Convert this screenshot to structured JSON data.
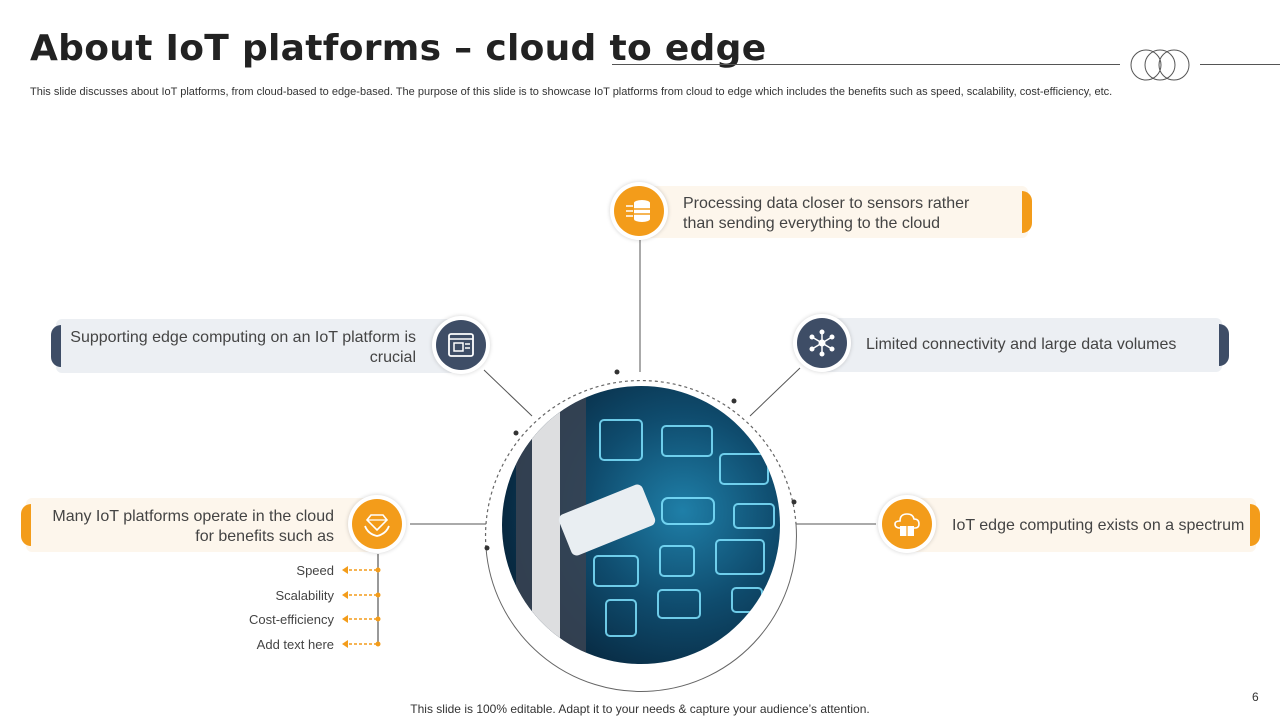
{
  "header": {
    "title": "About IoT platforms – cloud to edge",
    "subtitle": "This slide discusses about IoT platforms, from cloud-based to edge-based. The purpose of this slide is to showcase IoT platforms from cloud to edge which includes the benefits such as speed, scalability, cost-efficiency, etc."
  },
  "items": {
    "top": "Processing data closer to sensors rather than sending everything to the cloud",
    "left": "Supporting edge computing on an IoT platform is crucial",
    "right": "Limited connectivity and large data volumes",
    "bottom_left": "Many IoT platforms operate in the cloud for benefits such as",
    "bottom_right": "IoT edge computing exists on a spectrum"
  },
  "benefits": [
    "Speed",
    "Scalability",
    "Cost-efficiency",
    "Add text here"
  ],
  "icons": {
    "top": "database-icon",
    "left": "dashboard-window-icon",
    "right": "network-nodes-icon",
    "bottom_left": "diamond-hands-icon",
    "bottom_right": "cloud-box-icon"
  },
  "colors": {
    "accent": "#F39C1A",
    "navy": "#3E4D66",
    "pill_light": "#FDF6EC",
    "pill_gray": "#ECEFF3"
  },
  "footer": {
    "note": "This slide is 100% editable. Adapt it to your needs & capture your audience’s attention.",
    "page": "6"
  }
}
